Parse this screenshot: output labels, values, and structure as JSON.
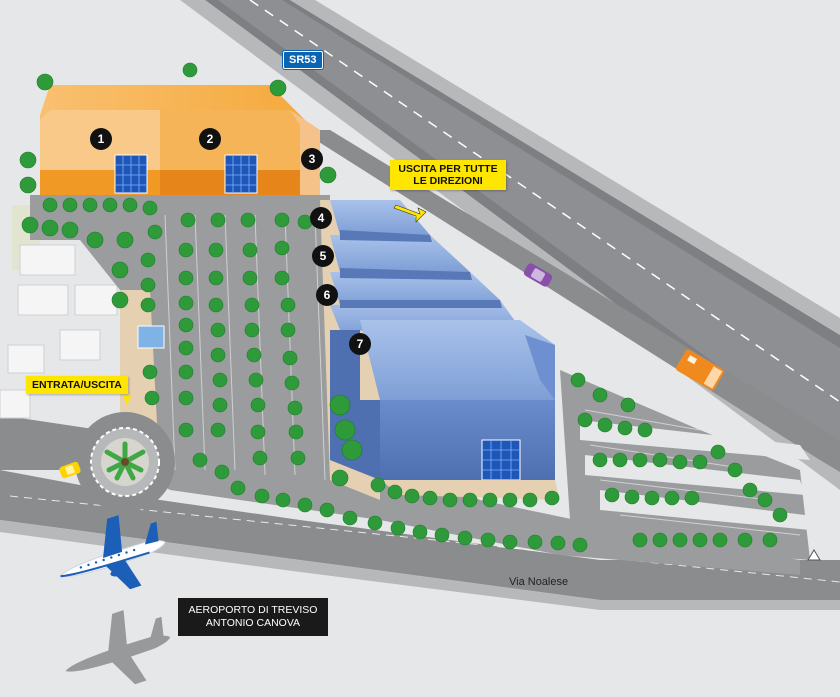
{
  "labels": {
    "highway": "SR53",
    "exit_all": "USCITA PER TUTTE LE DIREZIONI",
    "entry_exit": "ENTRATA/USCITA",
    "road": "Via Noalese",
    "airport": "AEROPORTO DI TREVISO ANTONIO CANOVA"
  },
  "buildings": [
    "1",
    "2",
    "3",
    "4",
    "5",
    "6",
    "7"
  ],
  "colors": {
    "background": "#e6e7e8",
    "road": "#8a8c8e",
    "building_orange": "#f7b04a",
    "building_blue": "#8eaee0",
    "tree": "#2f9a3a",
    "label_yellow": "#ffe600",
    "shield_blue": "#0a64b4"
  },
  "icons": [
    "airplane-icon",
    "airplane-shadow-icon",
    "car-icon",
    "van-icon",
    "taxi-icon",
    "palm-tree-icon"
  ]
}
